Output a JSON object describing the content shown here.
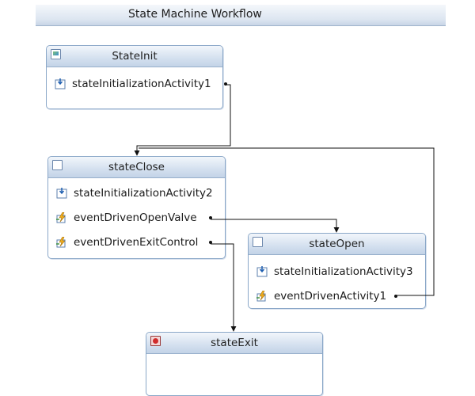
{
  "workflow": {
    "title": "State Machine Workflow"
  },
  "states": {
    "init": {
      "title": "StateInit",
      "activities": [
        {
          "label": "stateInitializationActivity1",
          "kind": "initialization"
        }
      ]
    },
    "close": {
      "title": "stateClose",
      "activities": [
        {
          "label": "stateInitializationActivity2",
          "kind": "initialization"
        },
        {
          "label": "eventDrivenOpenValve",
          "kind": "event-driven"
        },
        {
          "label": "eventDrivenExitControl",
          "kind": "event-driven"
        }
      ]
    },
    "open": {
      "title": "stateOpen",
      "activities": [
        {
          "label": "stateInitializationActivity3",
          "kind": "initialization"
        },
        {
          "label": "eventDrivenActivity1",
          "kind": "event-driven"
        }
      ]
    },
    "exit": {
      "title": "stateExit",
      "activities": []
    }
  },
  "transitions": [
    {
      "from": "StateInit.stateInitializationActivity1",
      "to": "stateClose"
    },
    {
      "from": "stateClose.eventDrivenOpenValve",
      "to": "stateOpen"
    },
    {
      "from": "stateClose.eventDrivenExitControl",
      "to": "stateExit"
    },
    {
      "from": "stateOpen.eventDrivenActivity1",
      "to": "stateClose"
    }
  ],
  "colors": {
    "state_border": "#8aa7c8",
    "header_gradient_top": "#f2f6fb",
    "header_gradient_bottom": "#c3d3e7",
    "connector": "#111111"
  }
}
